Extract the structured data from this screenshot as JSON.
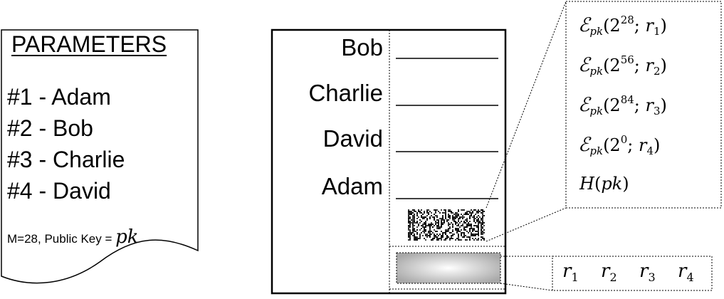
{
  "parameters": {
    "title": "PARAMETERS",
    "items": [
      "#1 - Adam",
      "#2 - Bob",
      "#3 - Charlie",
      "#4 - David"
    ],
    "footer_prefix": "M=28, Public Key = ",
    "footer_key": "pk"
  },
  "ballot": {
    "names": [
      "Bob",
      "Charlie",
      "David",
      "Adam"
    ]
  },
  "commitments": [
    {
      "func": "E",
      "sub": "pk",
      "exp": "28",
      "rand": "r",
      "rand_sub": "1"
    },
    {
      "func": "E",
      "sub": "pk",
      "exp": "56",
      "rand": "r",
      "rand_sub": "2"
    },
    {
      "func": "E",
      "sub": "pk",
      "exp": "84",
      "rand": "r",
      "rand_sub": "3"
    },
    {
      "func": "E",
      "sub": "pk",
      "exp": "0",
      "rand": "r",
      "rand_sub": "4"
    }
  ],
  "hash": {
    "func": "H",
    "arg": "pk"
  },
  "randomness": [
    {
      "sym": "r",
      "sub": "1"
    },
    {
      "sym": "r",
      "sub": "2"
    },
    {
      "sym": "r",
      "sub": "3"
    },
    {
      "sym": "r",
      "sub": "4"
    }
  ]
}
